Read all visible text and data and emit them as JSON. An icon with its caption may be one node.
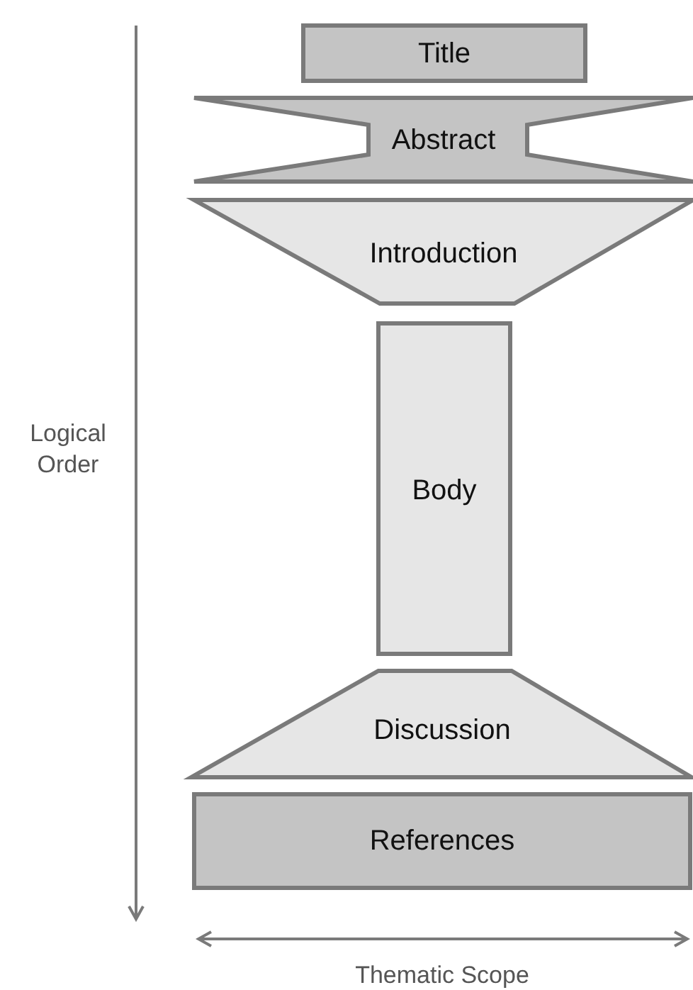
{
  "diagram": {
    "nodes": [
      {
        "text": [
          "Title"
        ]
      },
      {
        "text": [
          "Abstract"
        ]
      },
      {
        "text": [
          "Introduction"
        ]
      },
      {
        "text": [
          "Body"
        ]
      },
      {
        "text": [
          "Discussion"
        ]
      },
      {
        "text": [
          "References"
        ]
      }
    ],
    "labels": [
      "Logical Order",
      "Thematic Scope"
    ]
  }
}
